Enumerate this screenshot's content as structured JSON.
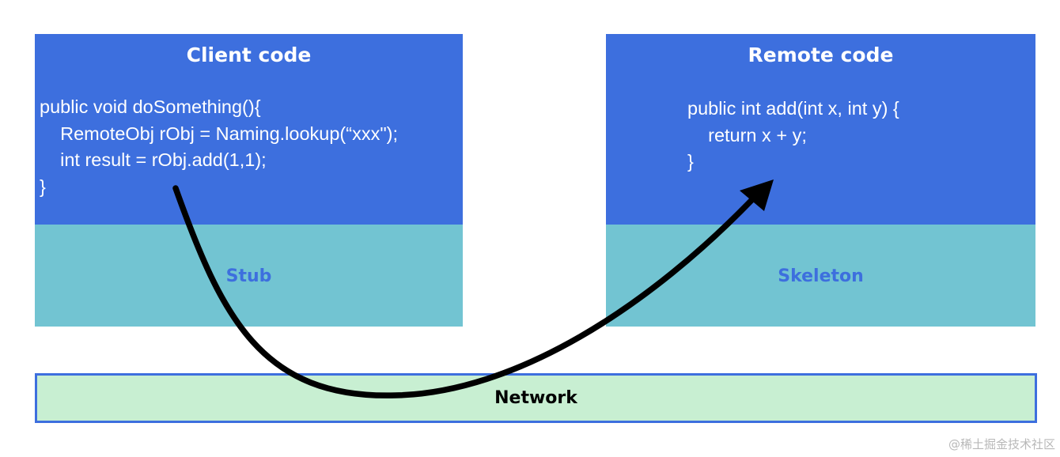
{
  "client": {
    "title": "Client code",
    "code_lines": [
      "public void doSomething(){",
      "    RemoteObj rObj = Naming.lookup(“xxx\");",
      "    int result = rObj.add(1,1);",
      "}"
    ],
    "layer_label": "Stub"
  },
  "remote": {
    "title": "Remote code",
    "code_lines": [
      "public int add(int x, int y) {",
      "    return x + y;",
      "}"
    ],
    "layer_label": "Skeleton"
  },
  "network": {
    "label": "Network"
  },
  "watermark": "@稀土掘金技术社区",
  "colors": {
    "code_area": "#3d6fde",
    "layer_area": "#72c4d2",
    "network_fill": "#c8efd2",
    "network_border": "#3d6fde",
    "arrow": "#000000"
  }
}
